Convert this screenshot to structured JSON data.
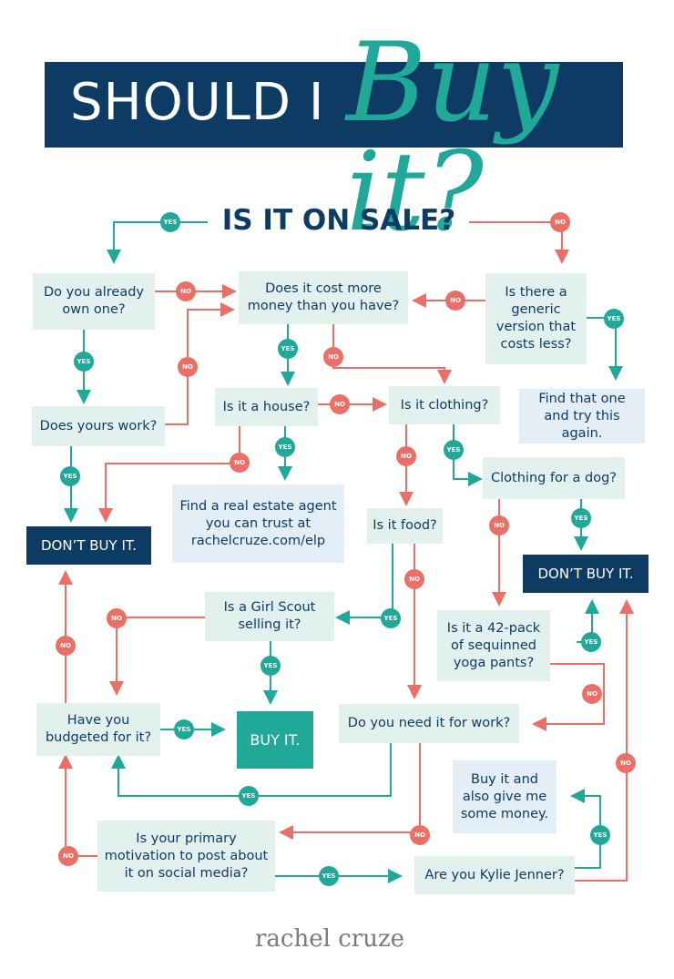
{
  "header": {
    "title": "SHOULD I",
    "script": "Buy it?"
  },
  "question": "IS IT ON SALE?",
  "labels": {
    "yes": "YES",
    "no": "NO"
  },
  "nodes": {
    "already_own": "Do you already own one?",
    "cost_more": "Does it cost more money than you have?",
    "generic": "Is there a generic version that costs less?",
    "find_one": "Find that one and try this again.",
    "does_work": "Does yours work?",
    "house": "Is it a house?",
    "clothing": "Is it clothing?",
    "real_estate": "Find a real estate agent you can trust at rachelcruze.com/elp",
    "dont_buy_1": "DON’T BUY IT.",
    "dog": "Clothing for a dog?",
    "food": "Is it food?",
    "dont_buy_2": "DON’T BUY IT.",
    "girl_scout": "Is a Girl Scout selling it?",
    "yoga": "Is it a 42-pack of sequinned yoga pants?",
    "budgeted": "Have you budgeted for it?",
    "buy_it": "BUY IT.",
    "work": "Do you need it for work?",
    "buy_give": "Buy it and also give me some money.",
    "social": "Is your primary motivation to post about it on social media?",
    "kylie": "Are you Kylie Jenner?"
  },
  "brand": "rachel cruze",
  "colors": {
    "navy": "#0e3b63",
    "teal": "#20a899",
    "coral": "#eb6f66",
    "box": "#e3f1ee"
  }
}
